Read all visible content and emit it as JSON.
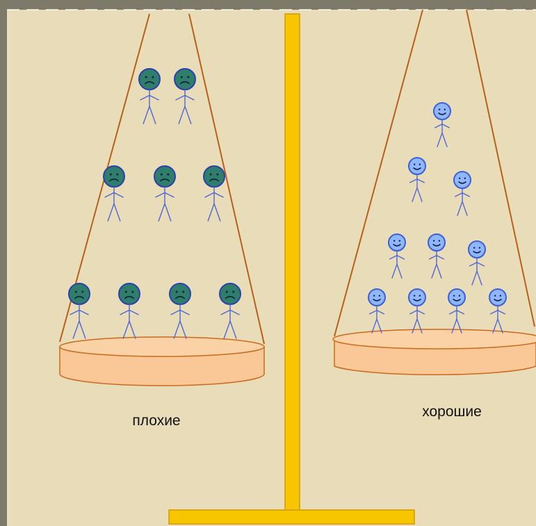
{
  "scale": {
    "left_label": "плохие",
    "right_label": "хорошие"
  },
  "colors": {
    "background_outer": "#7d7a6a",
    "panel": "#e9dcb8",
    "pan_fill": "#f9c896",
    "pan_stroke": "#c96a1d",
    "rope": "#b95f1c",
    "stand": "#f7c600",
    "stand_stroke": "#d29a00",
    "sad_face": "#2f7e6c",
    "sad_stroke": "#2a3fae",
    "happy_face": "#8fb6ff",
    "happy_stroke": "#3a5fd8",
    "figure_body": "#4f67d6"
  },
  "figures": {
    "left_count": 9,
    "left_mood": "sad",
    "right_count": 10,
    "right_mood": "happy"
  }
}
